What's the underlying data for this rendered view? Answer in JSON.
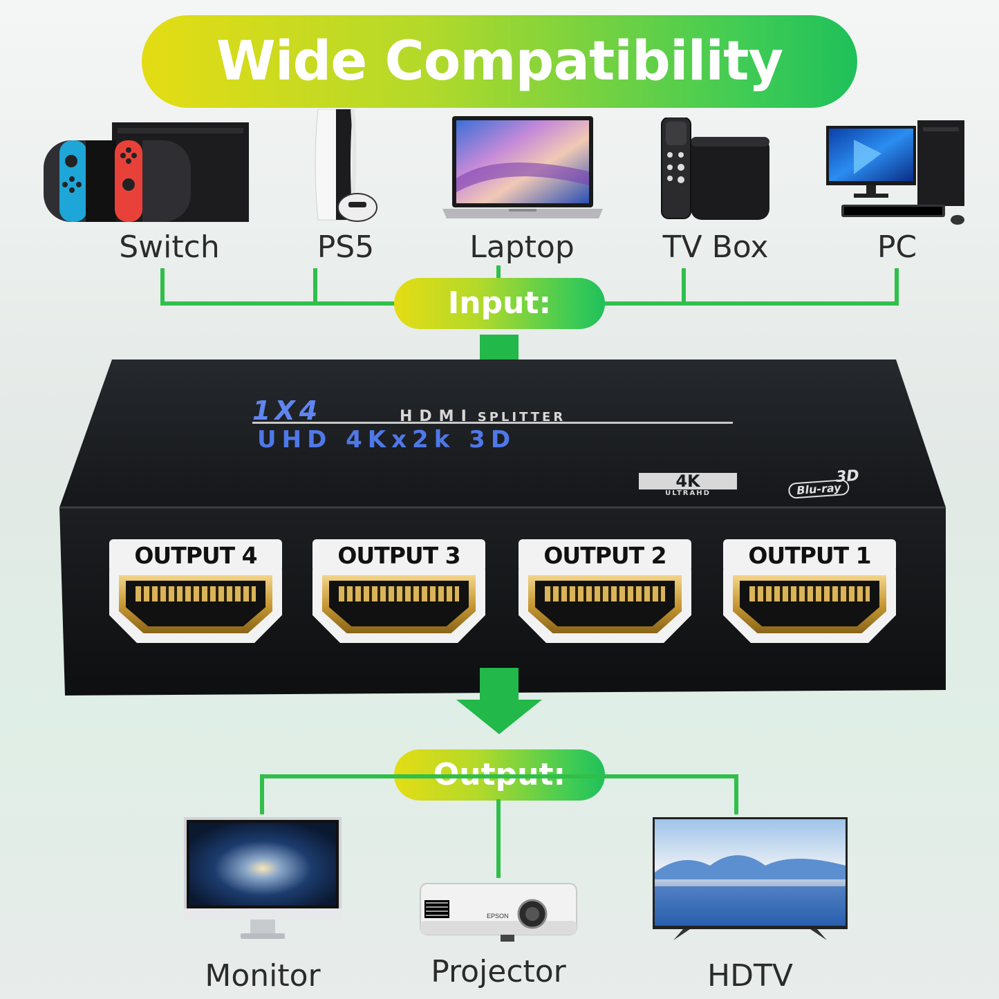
{
  "header": {
    "title": "Wide Compatibility"
  },
  "input": {
    "label": "Input:",
    "devices": [
      {
        "name": "Switch",
        "icon": "game-console-icon"
      },
      {
        "name": "PS5",
        "icon": "ps5-console-icon"
      },
      {
        "name": "Laptop",
        "icon": "laptop-icon"
      },
      {
        "name": "TV Box",
        "icon": "tv-box-icon"
      },
      {
        "name": "PC",
        "icon": "desktop-pc-icon"
      }
    ]
  },
  "splitter": {
    "model_line": "1X4",
    "hdmi_text": "HDMI",
    "splitter_text": "SPLITTER",
    "spec_line": "UHD 4Kx2k 3D",
    "badge_4k": "4K",
    "badge_4k_sub": "ULTRAHD",
    "badge_3d": "3D",
    "badge_bluray": "Blu-ray",
    "ports": [
      "OUTPUT 4",
      "OUTPUT 3",
      "OUTPUT 2",
      "OUTPUT 1"
    ]
  },
  "output": {
    "label": "Output:",
    "devices": [
      {
        "name": "Monitor",
        "icon": "monitor-icon"
      },
      {
        "name": "Projector",
        "icon": "projector-icon",
        "brand": "EPSON"
      },
      {
        "name": "HDTV",
        "icon": "hdtv-icon"
      }
    ]
  },
  "colors": {
    "green": "#2fbf4a",
    "pill_start": "#e4dc14",
    "pill_end": "#1fc05a",
    "box": "#1b1d20",
    "splitter_text_blue": "#4f78e8"
  }
}
